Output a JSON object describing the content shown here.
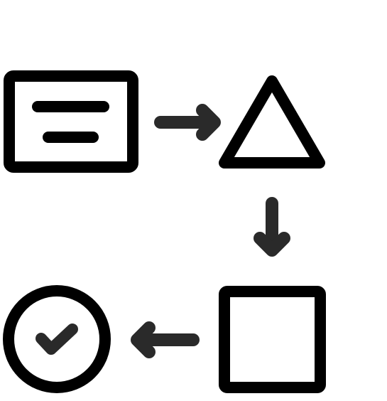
{
  "diagram": {
    "nodes": [
      {
        "id": "document",
        "icon": "document-icon",
        "shape": "rounded-rectangle"
      },
      {
        "id": "triangle",
        "icon": "triangle-icon",
        "shape": "triangle"
      },
      {
        "id": "square",
        "icon": "square-icon",
        "shape": "square"
      },
      {
        "id": "check",
        "icon": "check-circle-icon",
        "shape": "circle"
      }
    ],
    "edges": [
      {
        "from": "document",
        "to": "triangle",
        "direction": "right"
      },
      {
        "from": "triangle",
        "to": "square",
        "direction": "down"
      },
      {
        "from": "square",
        "to": "check",
        "direction": "left"
      }
    ],
    "colors": {
      "shape": "#000000",
      "arrow": "#2a2a2a",
      "background": "#ffffff"
    }
  }
}
